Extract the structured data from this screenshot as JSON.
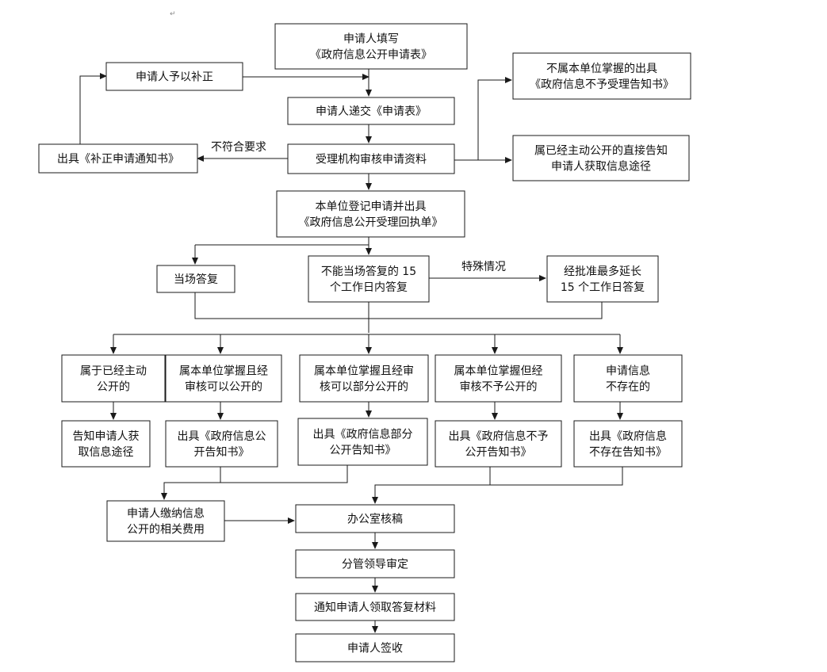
{
  "diagram": {
    "nodes": [
      {
        "id": "apply-fill",
        "lines": [
          "申请人填写",
          "《政府信息公开申请表》"
        ]
      },
      {
        "id": "supplement",
        "lines": [
          "申请人予以补正"
        ]
      },
      {
        "id": "submit",
        "lines": [
          "申请人递交《申请表》"
        ]
      },
      {
        "id": "issue-supplement",
        "lines": [
          "出具《补正申请通知书》"
        ]
      },
      {
        "id": "review",
        "lines": [
          "受理机构审核申请资料"
        ]
      },
      {
        "id": "not-held",
        "lines": [
          "不属本单位掌握的出具",
          "《政府信息不予受理告知书》"
        ]
      },
      {
        "id": "already-public",
        "lines": [
          "属已经主动公开的直接告知",
          "申请人获取信息途径"
        ]
      },
      {
        "id": "register",
        "lines": [
          "本单位登记申请并出具",
          "《政府信息公开受理回执单》"
        ]
      },
      {
        "id": "instant-reply",
        "lines": [
          "当场答复"
        ]
      },
      {
        "id": "reply-15",
        "lines": [
          "不能当场答复的 15",
          "个工作日内答复"
        ]
      },
      {
        "id": "extend",
        "lines": [
          "经批准最多延长",
          "15 个工作日答复"
        ]
      },
      {
        "id": "c1",
        "lines": [
          "属于已经主动",
          "公开的"
        ]
      },
      {
        "id": "c2",
        "lines": [
          "属本单位掌握且经",
          "审核可以公开的"
        ]
      },
      {
        "id": "c3",
        "lines": [
          "属本单位掌握且经审",
          "核可以部分公开的"
        ]
      },
      {
        "id": "c4",
        "lines": [
          "属本单位掌握但经",
          "审核不予公开的"
        ]
      },
      {
        "id": "c5",
        "lines": [
          "申请信息",
          "不存在的"
        ]
      },
      {
        "id": "o1",
        "lines": [
          "告知申请人获",
          "取信息途径"
        ]
      },
      {
        "id": "o2",
        "lines": [
          "出具《政府信息公",
          "开告知书》"
        ]
      },
      {
        "id": "o3",
        "lines": [
          "出具《政府信息部分",
          "公开告知书》"
        ]
      },
      {
        "id": "o4",
        "lines": [
          "出具《政府信息不予",
          "公开告知书》"
        ]
      },
      {
        "id": "o5",
        "lines": [
          "出具《政府信息",
          "不存在告知书》"
        ]
      },
      {
        "id": "fee",
        "lines": [
          "申请人缴纳信息",
          "公开的相关费用"
        ]
      },
      {
        "id": "office",
        "lines": [
          "办公室核稿"
        ]
      },
      {
        "id": "leader",
        "lines": [
          "分管领导审定"
        ]
      },
      {
        "id": "notify",
        "lines": [
          "通知申请人领取答复材料"
        ]
      },
      {
        "id": "sign",
        "lines": [
          "申请人签收"
        ]
      }
    ],
    "labels": {
      "not_meet": "不符合要求",
      "special": "特殊情况"
    }
  }
}
